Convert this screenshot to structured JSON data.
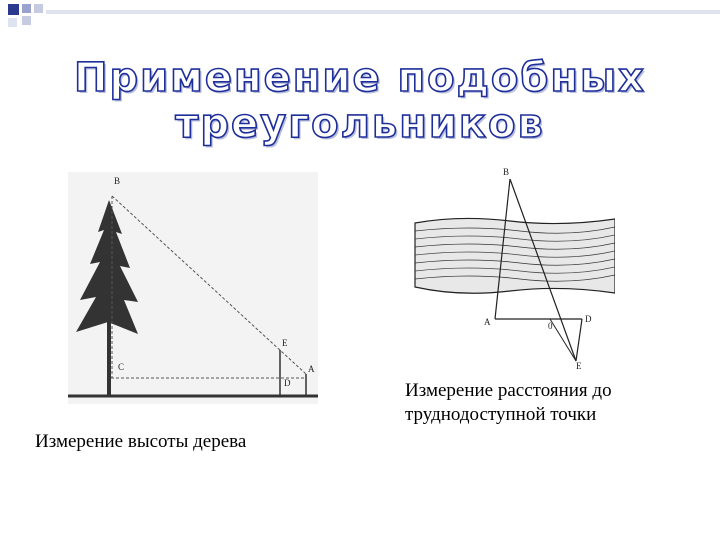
{
  "slide": {
    "title_line1": "Применение подобных",
    "title_line2": "треугольников"
  },
  "figures": {
    "tree": {
      "caption": "Измерение высоты дерева",
      "points": {
        "B": "B",
        "E": "E",
        "C": "C",
        "D": "D",
        "A": "A"
      }
    },
    "river": {
      "caption": "Измерение расстояния до труднодоступной точки",
      "points": {
        "B": "B",
        "A": "A",
        "O": "0",
        "D": "D",
        "E": "E"
      }
    }
  },
  "colors": {
    "title_outline": "#1f2f9a",
    "title_shadow": "#b9bfdc",
    "bullet": "#2b3a8f"
  }
}
